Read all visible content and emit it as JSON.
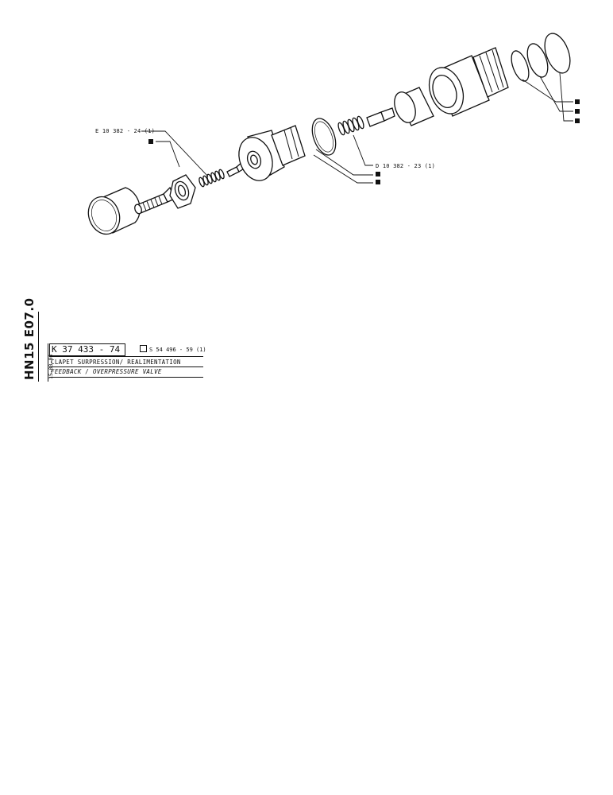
{
  "callouts": {
    "part_e": "E 10 382 - 24 (1)",
    "part_d": "D 10 382 - 23 (1)"
  },
  "title_block": {
    "vertical_code": "HN15 E07.0",
    "date": "15-03-86",
    "reference": "K 37 433 - 74",
    "s_reference": "S 54 496 - 59 (1)",
    "title_fr": "CLAPET SURPRESSION/ REALIMENTATION",
    "title_en": "FEEDBACK / OVERPRESSURE VALVE"
  },
  "colors": {
    "ink": "#111111",
    "paper": "#ffffff"
  }
}
